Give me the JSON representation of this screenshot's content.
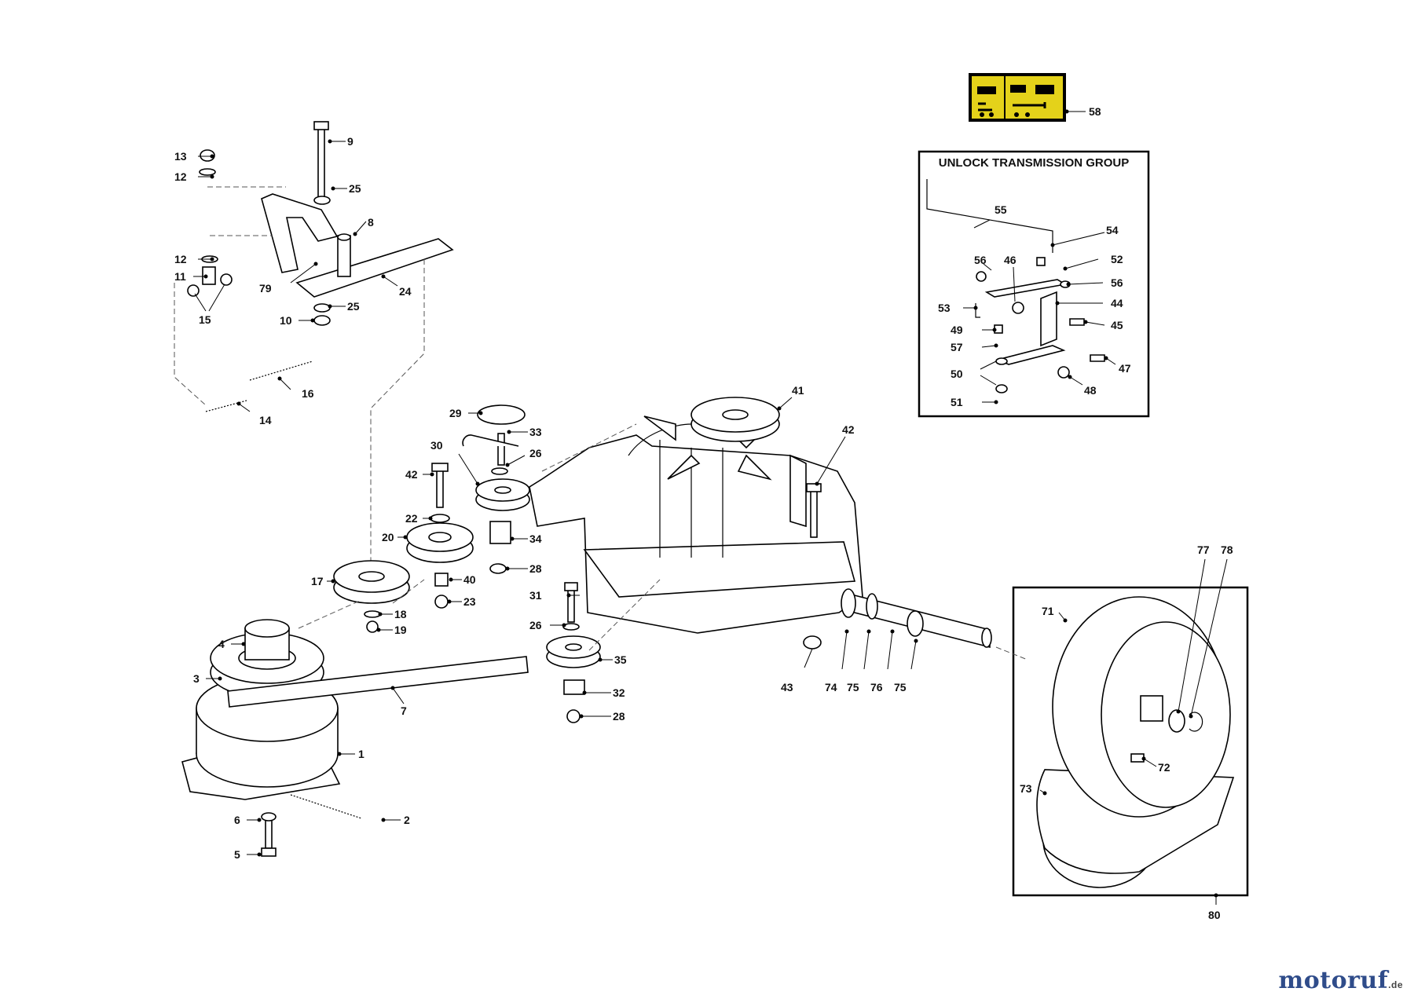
{
  "box_title": "UNLOCK TRANSMISSION GROUP",
  "watermark": {
    "brand_main": "motoruf",
    "brand_accent": "",
    "tld": ".de"
  },
  "colors": {
    "decal_bg": "#e4d21a",
    "brand_blue": "#2f4c8a",
    "brand_orange": "#d08a22"
  },
  "labels": {
    "p1": "1",
    "p2": "2",
    "p3": "3",
    "p4": "4",
    "p5": "5",
    "p6": "6",
    "p7": "7",
    "p8": "8",
    "p9": "9",
    "p10": "10",
    "p11": "11",
    "p12a": "12",
    "p12b": "12",
    "p13": "13",
    "p14": "14",
    "p15": "15",
    "p16": "16",
    "p17": "17",
    "p18": "18",
    "p19": "19",
    "p20": "20",
    "p22": "22",
    "p23": "23",
    "p24": "24",
    "p25a": "25",
    "p25b": "25",
    "p26a": "26",
    "p26b": "26",
    "p28a": "28",
    "p28b": "28",
    "p29": "29",
    "p30": "30",
    "p31": "31",
    "p32": "32",
    "p33": "33",
    "p34": "34",
    "p35": "35",
    "p40": "40",
    "p41": "41",
    "p42a": "42",
    "p42b": "42",
    "p43": "43",
    "p44": "44",
    "p45": "45",
    "p46": "46",
    "p47": "47",
    "p48": "48",
    "p49": "49",
    "p50": "50",
    "p51": "51",
    "p52": "52",
    "p53": "53",
    "p54": "54",
    "p55": "55",
    "p56a": "56",
    "p56b": "56",
    "p57": "57",
    "p58": "58",
    "p71": "71",
    "p72": "72",
    "p73": "73",
    "p74": "74",
    "p75a": "75",
    "p75b": "75",
    "p76": "76",
    "p77": "77",
    "p78": "78",
    "p79": "79",
    "p80": "80"
  }
}
